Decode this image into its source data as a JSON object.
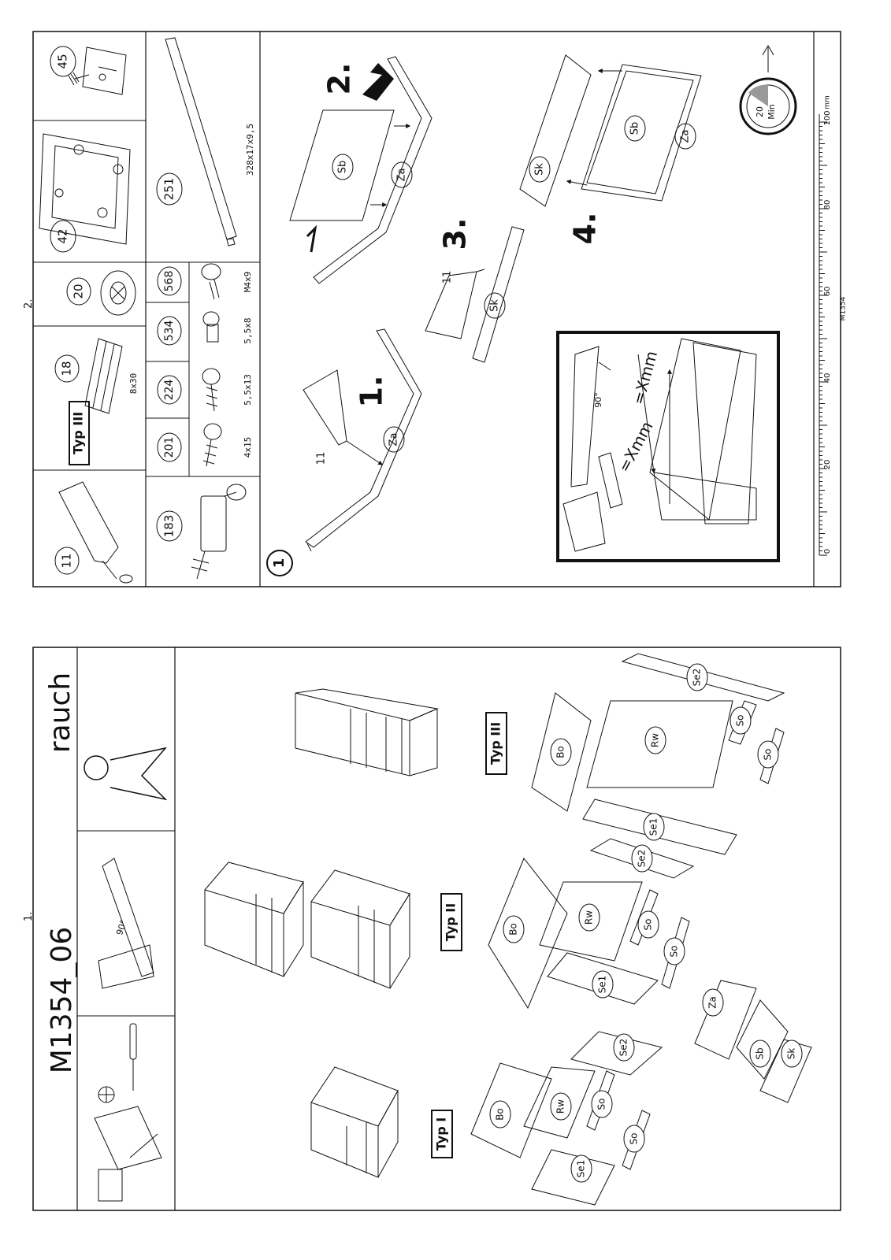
{
  "page1": {
    "number": "1.",
    "title": "M1354_06",
    "brand": "rauch",
    "tools": [
      {
        "icon": "electric-drill-icon"
      },
      {
        "icon": "screwdriver-icon"
      },
      {
        "icon": "phillips-bit-icon"
      },
      {
        "icon": "set-square-icon",
        "angle_label": "90°"
      },
      {
        "icon": "two-person-icon"
      }
    ],
    "types": [
      {
        "label": "Typ I"
      },
      {
        "label": "Typ II"
      },
      {
        "label": "Typ III"
      }
    ],
    "part_codes": {
      "bo": "Bo",
      "rw": "Rw",
      "se1": "Se1",
      "se2": "Se2",
      "so": "So",
      "za": "Za",
      "sb": "Sb",
      "sk": "Sk"
    }
  },
  "page2": {
    "number": "2.",
    "header_type": "Typ III",
    "parts": [
      {
        "id": "11",
        "icon": "glue-tube-icon",
        "size": ""
      },
      {
        "id": "18",
        "icon": "wood-dowel-icon",
        "size": "8x30"
      },
      {
        "id": "20",
        "icon": "cam-lock-icon",
        "size": ""
      },
      {
        "id": "42",
        "icon": "corner-bracket-icon",
        "size": ""
      },
      {
        "id": "45",
        "icon": "leveling-foot-icon",
        "size": ""
      },
      {
        "id": "183",
        "icon": "connector-bolt-icon",
        "size": ""
      },
      {
        "id": "201",
        "icon": "screw-icon",
        "size": "4x15"
      },
      {
        "id": "224",
        "icon": "screw-icon",
        "size": "5,5x13"
      },
      {
        "id": "534",
        "icon": "euro-screw-icon",
        "size": "5,5x8"
      },
      {
        "id": "568",
        "icon": "machine-screw-icon",
        "size": "M4x9"
      },
      {
        "id": "251",
        "icon": "metal-rail-icon",
        "size": "328x17x9,5"
      }
    ],
    "step_circle": "1",
    "steps": [
      {
        "number": "1.",
        "glue": "11",
        "part": "Za"
      },
      {
        "number": "2.",
        "parts": [
          "Sb",
          "Za"
        ]
      },
      {
        "number": "3.",
        "glue": "11",
        "part": "Sk"
      },
      {
        "number": "4.",
        "parts": [
          "Sk",
          "Sb",
          "Za"
        ]
      }
    ],
    "inset": {
      "angle": "90°",
      "measure1": "=Xmm",
      "measure2": "=Xmm"
    },
    "time": {
      "value": "20",
      "unit": "Min"
    },
    "ruler": {
      "labels": [
        "0",
        "20",
        "40",
        "60",
        "80",
        "100"
      ],
      "unit": "mm",
      "code": "M1354"
    }
  }
}
